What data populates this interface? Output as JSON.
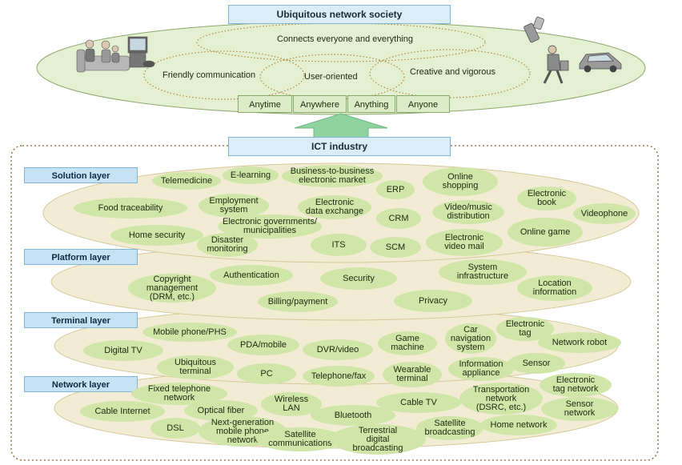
{
  "top": {
    "title": "Ubiquitous network society",
    "phrases": {
      "connects": "Connects everyone and everything",
      "friendly": "Friendly communication",
      "user_oriented": "User-oriented",
      "creative": "Creative and vigorous"
    },
    "attributes": [
      "Anytime",
      "Anywhere",
      "Anything",
      "Anyone"
    ]
  },
  "industry": {
    "title": "ICT industry"
  },
  "layers": {
    "solution": {
      "label": "Solution layer",
      "items": [
        "Telemedicine",
        "E-learning",
        "Business-to-business\nelectronic market",
        "ERP",
        "Online\nshopping",
        "Food traceability",
        "Employment\nsystem",
        "Electronic\ndata exchange",
        "CRM",
        "Video/music\ndistribution",
        "Electronic\nbook",
        "Videophone",
        "Electronic governments/\nmunicipalities",
        "Home security",
        "Disaster\nmonitoring",
        "ITS",
        "SCM",
        "Electronic\nvideo mail",
        "Online game"
      ]
    },
    "platform": {
      "label": "Platform layer",
      "items": [
        "Copyright\nmanagement\n(DRM, etc.)",
        "Authentication",
        "Security",
        "System\ninfrastructure",
        "Location\ninformation",
        "Billing/payment",
        "Privacy"
      ]
    },
    "terminal": {
      "label": "Terminal layer",
      "items": [
        "Mobile phone/PHS",
        "PDA/mobile",
        "DVR/video",
        "Game\nmachine",
        "Car\nnavigation\nsystem",
        "Electronic\ntag",
        "Network robot",
        "Digital TV",
        "Ubiquitous\nterminal",
        "PC",
        "Telephone/fax",
        "Wearable\nterminal",
        "Information\nappliance",
        "Sensor"
      ]
    },
    "network": {
      "label": "Network layer",
      "items": [
        "Fixed telephone\nnetwork",
        "Cable Internet",
        "Optical fiber",
        "Wireless\nLAN",
        "Cable TV",
        "Transportation\nnetwork\n(DSRC, etc.)",
        "Electronic\ntag network",
        "Sensor\nnetwork",
        "Bluetooth",
        "DSL",
        "Next-generation\nmobile phone\nnetwork",
        "Satellite\ncommunications",
        "Terrestrial\ndigital\nbroadcasting",
        "Satellite\nbroadcasting",
        "Home network"
      ]
    }
  }
}
